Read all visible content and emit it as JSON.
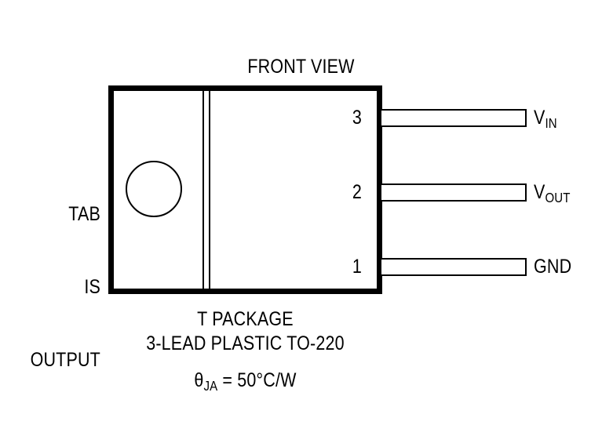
{
  "diagram": {
    "title": "FRONT VIEW",
    "tab_note": {
      "line1": "TAB",
      "line2": "IS",
      "line3": "OUTPUT"
    },
    "pins": [
      {
        "number": "3",
        "label_main": "V",
        "label_sub": "IN",
        "name": "VIN"
      },
      {
        "number": "2",
        "label_main": "V",
        "label_sub": "OUT",
        "name": "VOUT"
      },
      {
        "number": "1",
        "label_main": "GND",
        "label_sub": "",
        "name": "GND"
      }
    ],
    "caption": {
      "line1": "T PACKAGE",
      "line2": "3-LEAD PLASTIC TO-220",
      "thermal_symbol": "θ",
      "thermal_subscript": "JA",
      "thermal_value": " = 50°C/W"
    },
    "colors": {
      "ink": "#000000",
      "background": "#ffffff"
    }
  }
}
